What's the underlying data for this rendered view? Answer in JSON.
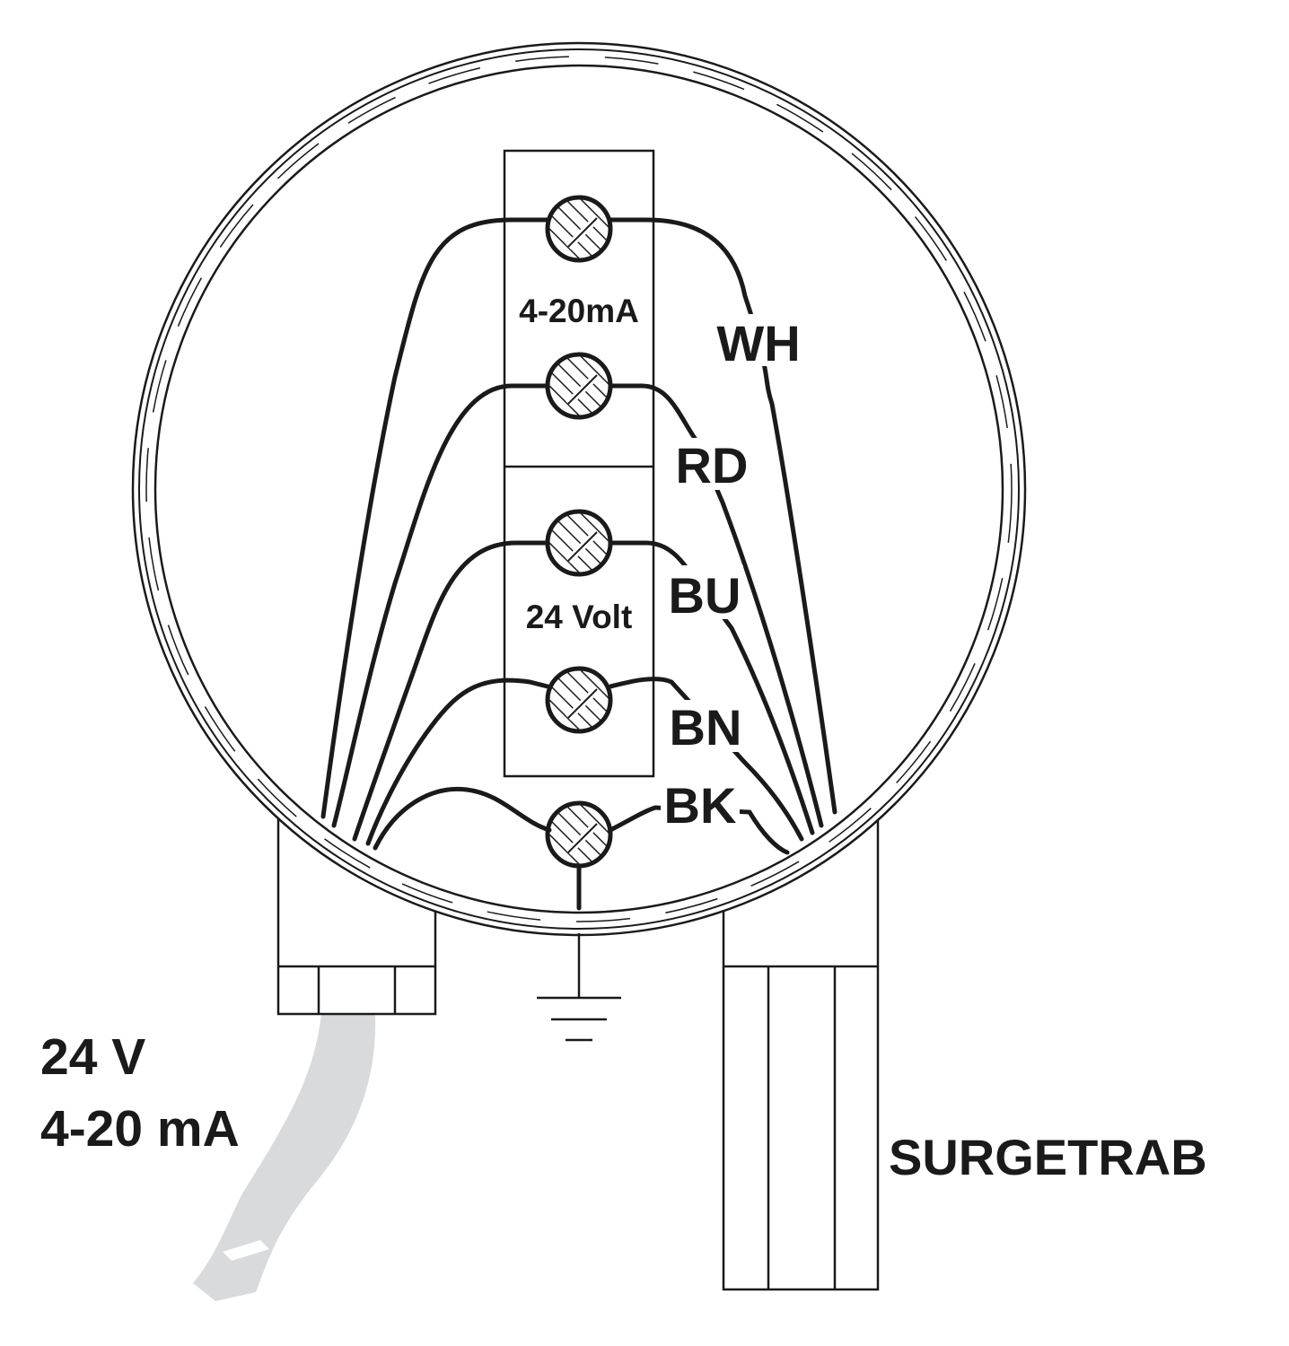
{
  "terminal_labels": {
    "top": "4-20mA",
    "middle": "24 Volt"
  },
  "wires": [
    {
      "code": "WH",
      "color": "#ffffff"
    },
    {
      "code": "RD",
      "color": "#ffffff"
    },
    {
      "code": "BU",
      "color": "#ffffff"
    },
    {
      "code": "BN",
      "color": "#ffffff"
    },
    {
      "code": "BK",
      "color": "#ffffff"
    }
  ],
  "cable_label": {
    "line1": "24 V",
    "line2": "4-20 mA"
  },
  "device_label": "SURGETRAB",
  "colors": {
    "ink": "#1a1a1a",
    "cable": "#d9dadb",
    "background": "#ffffff"
  },
  "icons": {
    "ground": "ground-symbol-icon",
    "terminal_screw": "screw-terminal-icon"
  }
}
